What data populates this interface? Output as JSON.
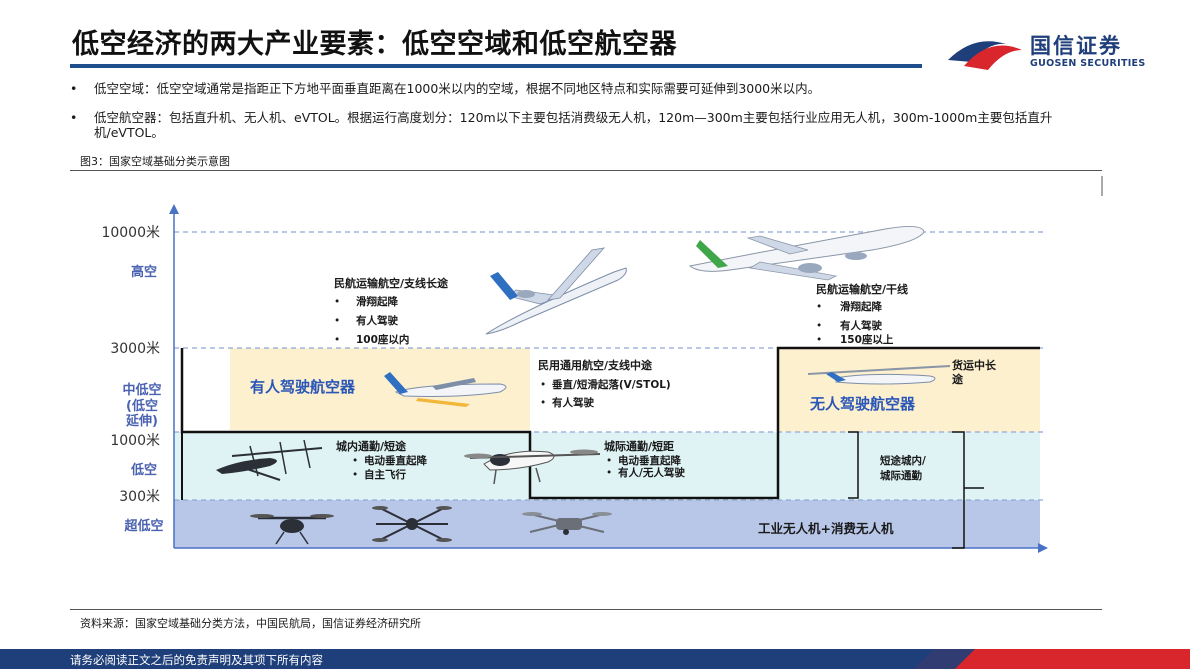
{
  "header": {
    "title": "低空经济的两大产业要素：低空空域和低空航空器",
    "logo_cn": "国信证券",
    "logo_en": "GUOSEN SECURITIES"
  },
  "bullets": [
    {
      "marker": "•",
      "text": "低空空域：低空空域通常是指距正下方地平面垂直距离在1000米以内的空域，根据不同地区特点和实际需要可延伸到3000米以内。"
    },
    {
      "marker": "•",
      "text": "低空航空器：包括直升机、无人机、eVTOL。根据运行高度划分：120m以下主要包括消费级无人机，120m—300m主要包括行业应用无人机，300m-1000m主要包括直升机/eVTOL。"
    }
  ],
  "figure": {
    "caption": "图3：国家空域基础分类示意图",
    "source": "资料来源：国家空域基础分类方法，中国民航局，国信证券经济研究所"
  },
  "diagram": {
    "altitudes": {
      "a10000": "10000米",
      "a3000": "3000米",
      "a1000": "1000米",
      "a300": "300米"
    },
    "zones": {
      "high": "高空",
      "mid_low_1": "中低空",
      "mid_low_2": "(低空",
      "mid_low_3": "延伸)",
      "low": "低空",
      "ultra_low": "超低空"
    },
    "civil_regional": {
      "title": "民航运输航空/支线长途",
      "items": [
        "滑翔起降",
        "有人驾驶",
        "100座以内"
      ]
    },
    "civil_trunk": {
      "title": "民航运输航空/干线",
      "items": [
        "滑翔起降",
        "有人驾驶",
        "150座以上"
      ]
    },
    "manned_label": "有人驾驶航空器",
    "general_aviation": {
      "title": "民用通用航空/支线中途",
      "items": [
        "垂直/短滑起落(V/STOL)",
        "有人驾驶"
      ]
    },
    "cargo": {
      "line1": "货运中长",
      "line2": "途"
    },
    "unmanned_label": "无人驾驶航空器",
    "urban": {
      "title": "城内通勤/短途",
      "items": [
        "电动垂直起降",
        "自主飞行"
      ]
    },
    "intercity": {
      "title": "城际通勤/短距",
      "items": [
        "电动垂直起降",
        "有人/无人驾驶"
      ]
    },
    "short_route": {
      "line1": "短途城内/",
      "line2": "城际通勤"
    },
    "ultra_low_label": "工业无人机+消费无人机"
  },
  "footer": {
    "disclaimer": "请务必阅读正文之后的免责声明及其项下所有内容"
  },
  "colors": {
    "brand_blue": "#1f3f7a",
    "brand_red": "#d8262c",
    "manned_zone": "#fdf0cf",
    "low_zone": "#dff3f4",
    "ultra_low_zone": "#b8c7e8",
    "zone_label": "#4a62b0",
    "dash": "#8fa7d6"
  }
}
